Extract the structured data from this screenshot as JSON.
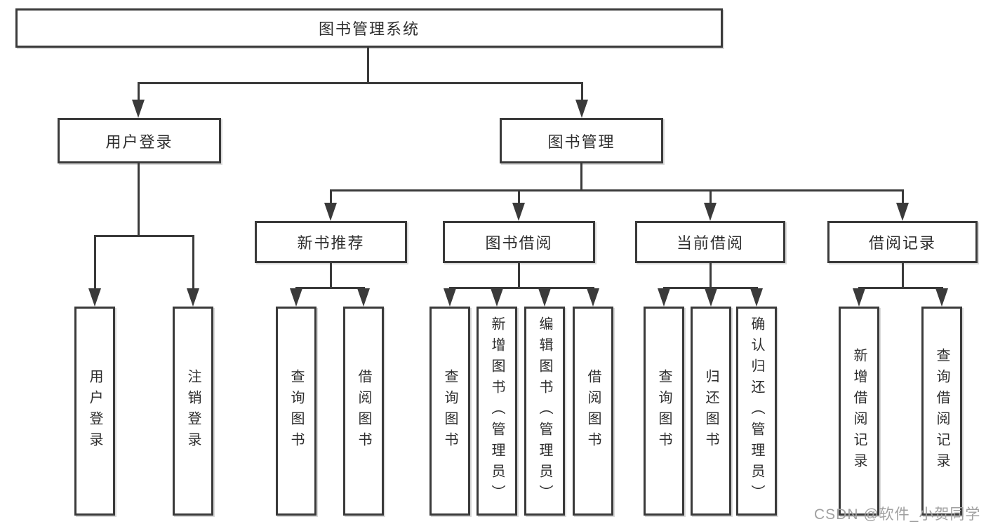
{
  "tree": {
    "root": "图书管理系统",
    "branches": [
      {
        "label": "用户登录",
        "children": [
          "用户登录",
          "注销登录"
        ]
      },
      {
        "label": "图书管理",
        "sections": [
          {
            "label": "新书推荐",
            "children": [
              "查询图书",
              "借阅图书"
            ]
          },
          {
            "label": "图书借阅",
            "children": [
              "查询图书",
              "新增图书（管理员）",
              "编辑图书（管理员）",
              "借阅图书"
            ]
          },
          {
            "label": "当前借阅",
            "children": [
              "查询图书",
              "归还图书",
              "确认归还（管理员）"
            ]
          },
          {
            "label": "借阅记录",
            "children": [
              "新增借阅记录",
              "查询借阅记录"
            ]
          }
        ]
      }
    ]
  },
  "watermark": "CSDN @软件_小贺同学",
  "colors": {
    "line": "#3a3a3a",
    "text": "#2d2d2d",
    "watermark": "#a0a0a0",
    "background": "#ffffff"
  }
}
